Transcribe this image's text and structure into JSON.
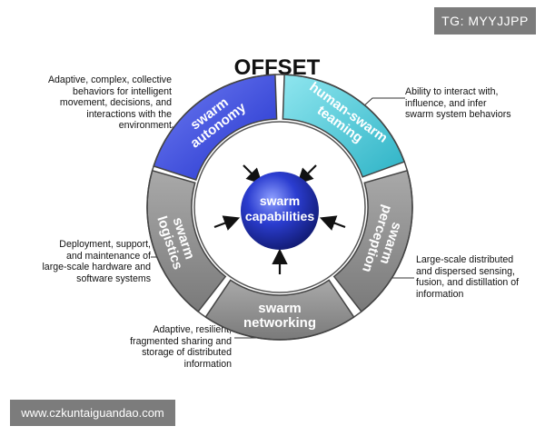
{
  "watermarks": {
    "tag": "TG: MYYJJPP",
    "site": "www.czkuntaiguandao.com"
  },
  "title": "OFFSET",
  "center": {
    "line1": "swarm",
    "line2": "capabilities"
  },
  "segments": {
    "autonomy": {
      "line1": "swarm",
      "line2": "autonomy"
    },
    "teaming": {
      "line1": "human-swarm",
      "line2": "teaming"
    },
    "perception": {
      "line1": "swarm",
      "line2": "perception"
    },
    "networking": {
      "line1": "swarm",
      "line2": "networking"
    },
    "logistics": {
      "line1": "swarm",
      "line2": "logistics"
    }
  },
  "descriptions": {
    "autonomy": "Adaptive, complex, collective\nbehaviors for intelligent\nmovement, decisions, and\ninteractions with the\nenvironment",
    "teaming": "Ability to interact with,\ninfluence, and infer\nswarm system behaviors",
    "logistics": "Deployment, support,\nand maintenance of\nlarge-scale hardware and\nsoftware systems",
    "perception": "Large-scale distributed\nand dispersed sensing,\nfusion, and distillation of\ninformation",
    "networking": "Adaptive, resilient,\nfragmented sharing and\nstorage of distributed\ninformation"
  },
  "colors": {
    "autonomy": "#3d4fe0",
    "teaming": "#3fc3d2",
    "grey_segments": "#8e8e8e",
    "ring_outline": "#555555",
    "sphere": "#1f2fb8"
  }
}
